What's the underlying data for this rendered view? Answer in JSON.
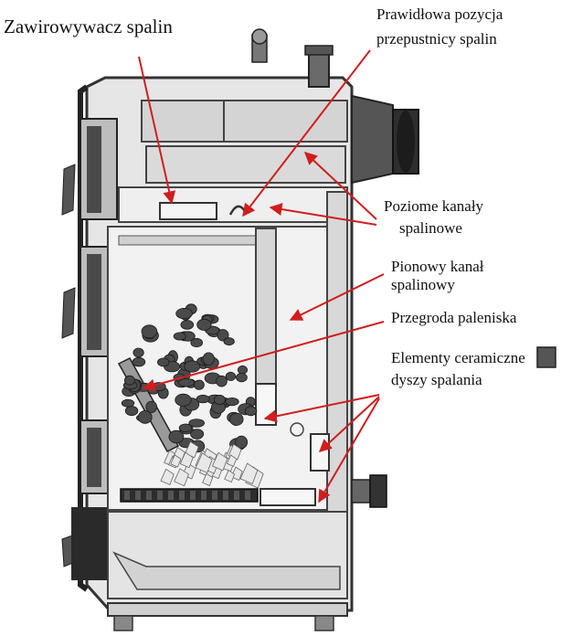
{
  "labels": {
    "swirler": "Zawirowywacz spalin",
    "damper_line1": "Prawidłowa pozycja",
    "damper_line2": "przepustnicy spalin",
    "horizontal_line1": "Poziome kanały",
    "horizontal_line2": "spalinowe",
    "vertical_line1": "Pionowy kanał",
    "vertical_line2": "spalinowy",
    "partition": "Przegroda paleniska",
    "ceramic_line1": "Elementy ceramiczne",
    "ceramic_line2": "dyszy spalania"
  },
  "colors": {
    "arrow": "#d01e1e",
    "outline": "#333333",
    "metal_light": "#dcdcdc",
    "metal_dark": "#3a3a3a",
    "coal": "#4a4a4a",
    "wood": "#e8e8e8"
  }
}
